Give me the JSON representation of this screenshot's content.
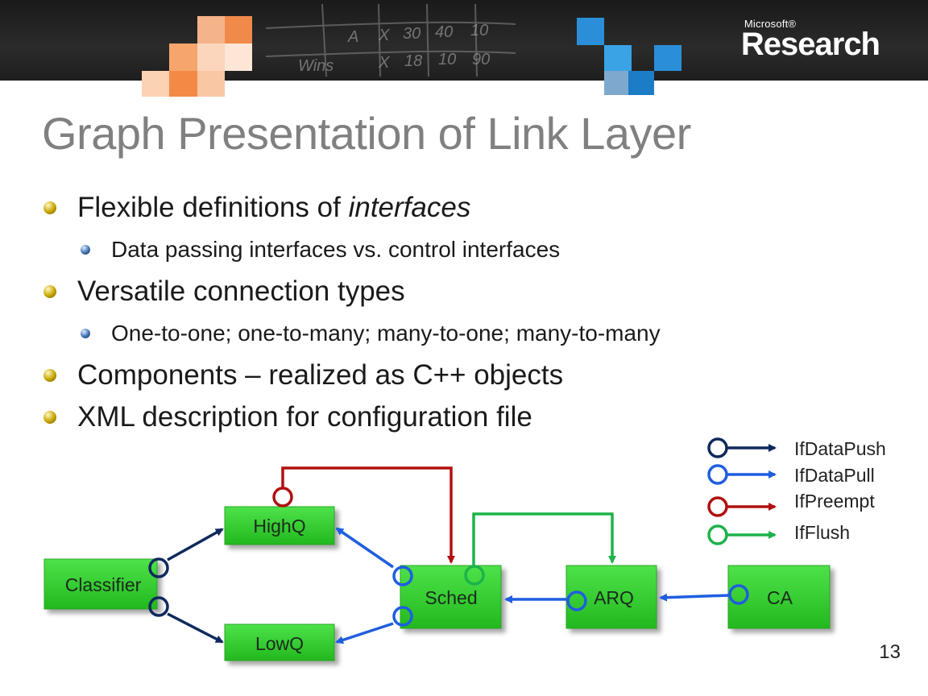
{
  "header": {
    "brand_small": "Microsoft®",
    "brand_big": "Research"
  },
  "title": "Graph Presentation of Link Layer",
  "bullets": {
    "b1": {
      "prefix": "Flexible definitions of ",
      "em": "interfaces"
    },
    "b1_sub": "Data passing interfaces vs. control interfaces",
    "b2": "Versatile connection types",
    "b2_sub": "One-to-one; one-to-many; many-to-one; many-to-many",
    "b3": "Components – realized as C++ objects",
    "b4": "XML description for configuration file"
  },
  "diagram": {
    "components": [
      "Classifier",
      "HighQ",
      "LowQ",
      "Sched",
      "ARQ",
      "CA"
    ],
    "colors": {
      "IfDataPush": "#0f2a5c",
      "IfDataPull": "#1f5ee0",
      "IfPreempt": "#b01010",
      "IfFlush": "#1db34a",
      "box": "#33cc2e"
    },
    "legend": [
      "IfDataPush",
      "IfDataPull",
      "IfPreempt",
      "IfFlush"
    ]
  },
  "page_number": "13"
}
